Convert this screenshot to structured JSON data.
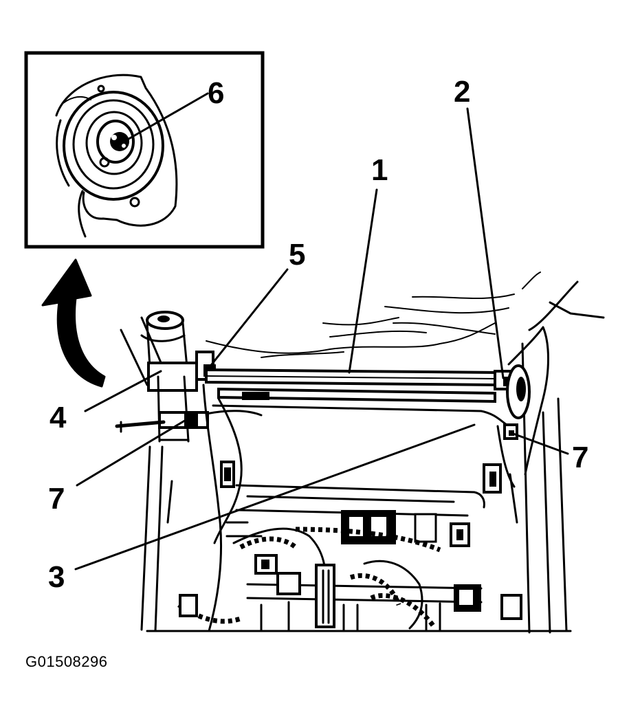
{
  "callouts": {
    "c1": "1",
    "c2": "2",
    "c3": "3",
    "c4": "4",
    "c5": "5",
    "c6": "6",
    "c7_left": "7",
    "c7_right": "7"
  },
  "figure_id": "G01508296",
  "colors": {
    "ink": "#000000",
    "paper": "#ffffff"
  }
}
